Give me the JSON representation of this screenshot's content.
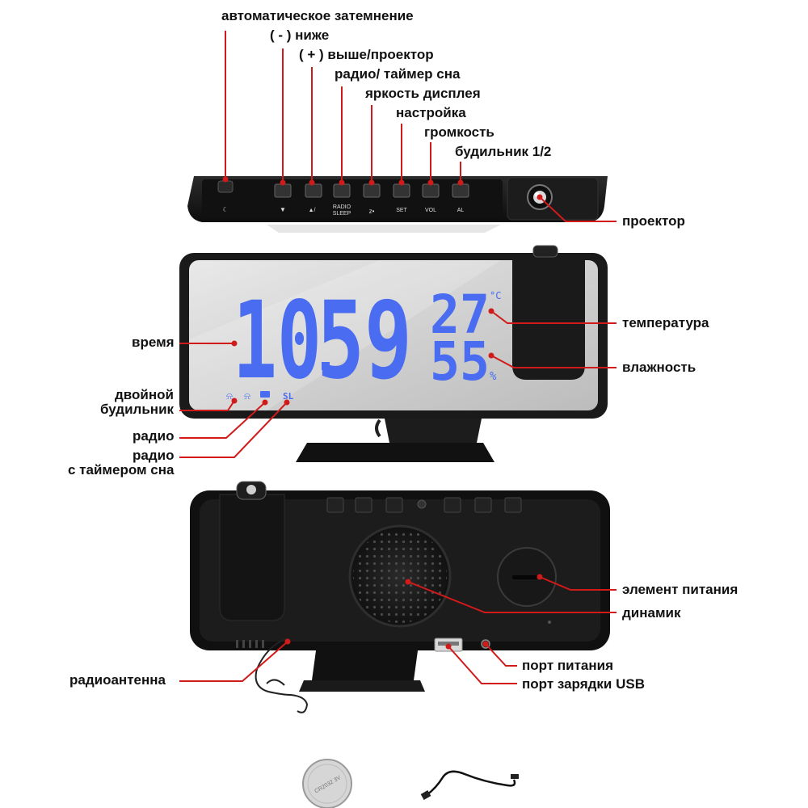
{
  "top_labels": {
    "auto_dimming": "автоматическое затемнение",
    "minus_lower": "( - ) ниже",
    "plus_higher": "( + ) выше/проектор",
    "radio_sleep": "радио/ таймер сна",
    "brightness": "яркость дисплея",
    "setting": "настройка",
    "volume": "громкость",
    "alarm": "будильник 1/2",
    "projector": "проектор"
  },
  "button_labels": {
    "down": "▼",
    "up": "▲/",
    "radio": "RADIO",
    "sleep": "SLEEP",
    "brightness": "z•",
    "set": "SET",
    "vol": "VOL",
    "al": "AL"
  },
  "display": {
    "hours": "10",
    "minutes": "59",
    "temperature": "27",
    "temp_unit": "°C",
    "humidity": "55",
    "humidity_unit": "%",
    "sl_indicator": "SL"
  },
  "front_labels": {
    "time": "время",
    "temperature": "температура",
    "humidity": "влажность",
    "dual_alarm_line1": "двойной",
    "dual_alarm_line2": "будильник",
    "radio": "радио",
    "radio_sleep_line1": "радио",
    "radio_sleep_line2": "с таймером сна"
  },
  "back_labels": {
    "battery": "элемент питания",
    "speaker": "динамик",
    "power_port": "порт питания",
    "usb_port": "порт зарядки USB",
    "antenna": "радиоантенна"
  },
  "coin_cell_text": "CR2032 3V",
  "colors": {
    "callout_line": "#d11a1a",
    "lcd_blue": "#4a6cf0",
    "device_body": "#1a1a1a"
  }
}
